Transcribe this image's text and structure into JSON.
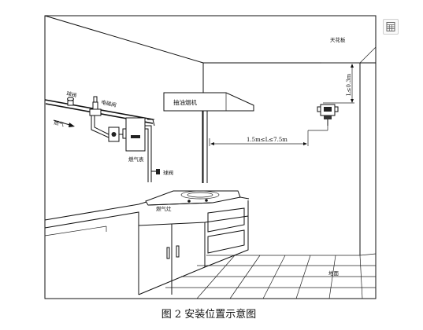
{
  "labels": {
    "ceiling": "天花板",
    "hood": "抽油烟机",
    "dim_vertical": "L≤0.3m",
    "dim_horizontal": "1.5m≤L≤7.5m",
    "ball_valve_top": "球阀",
    "solenoid_valve": "电磁阀",
    "gas_inlet": "燃气",
    "gas_meter": "燃气表",
    "ball_valve_side": "球阀",
    "stove": "燃气灶",
    "floor": "地面"
  },
  "caption": "图 2  安装位置示意图",
  "icons": {
    "view_button": "grid-view-icon"
  }
}
